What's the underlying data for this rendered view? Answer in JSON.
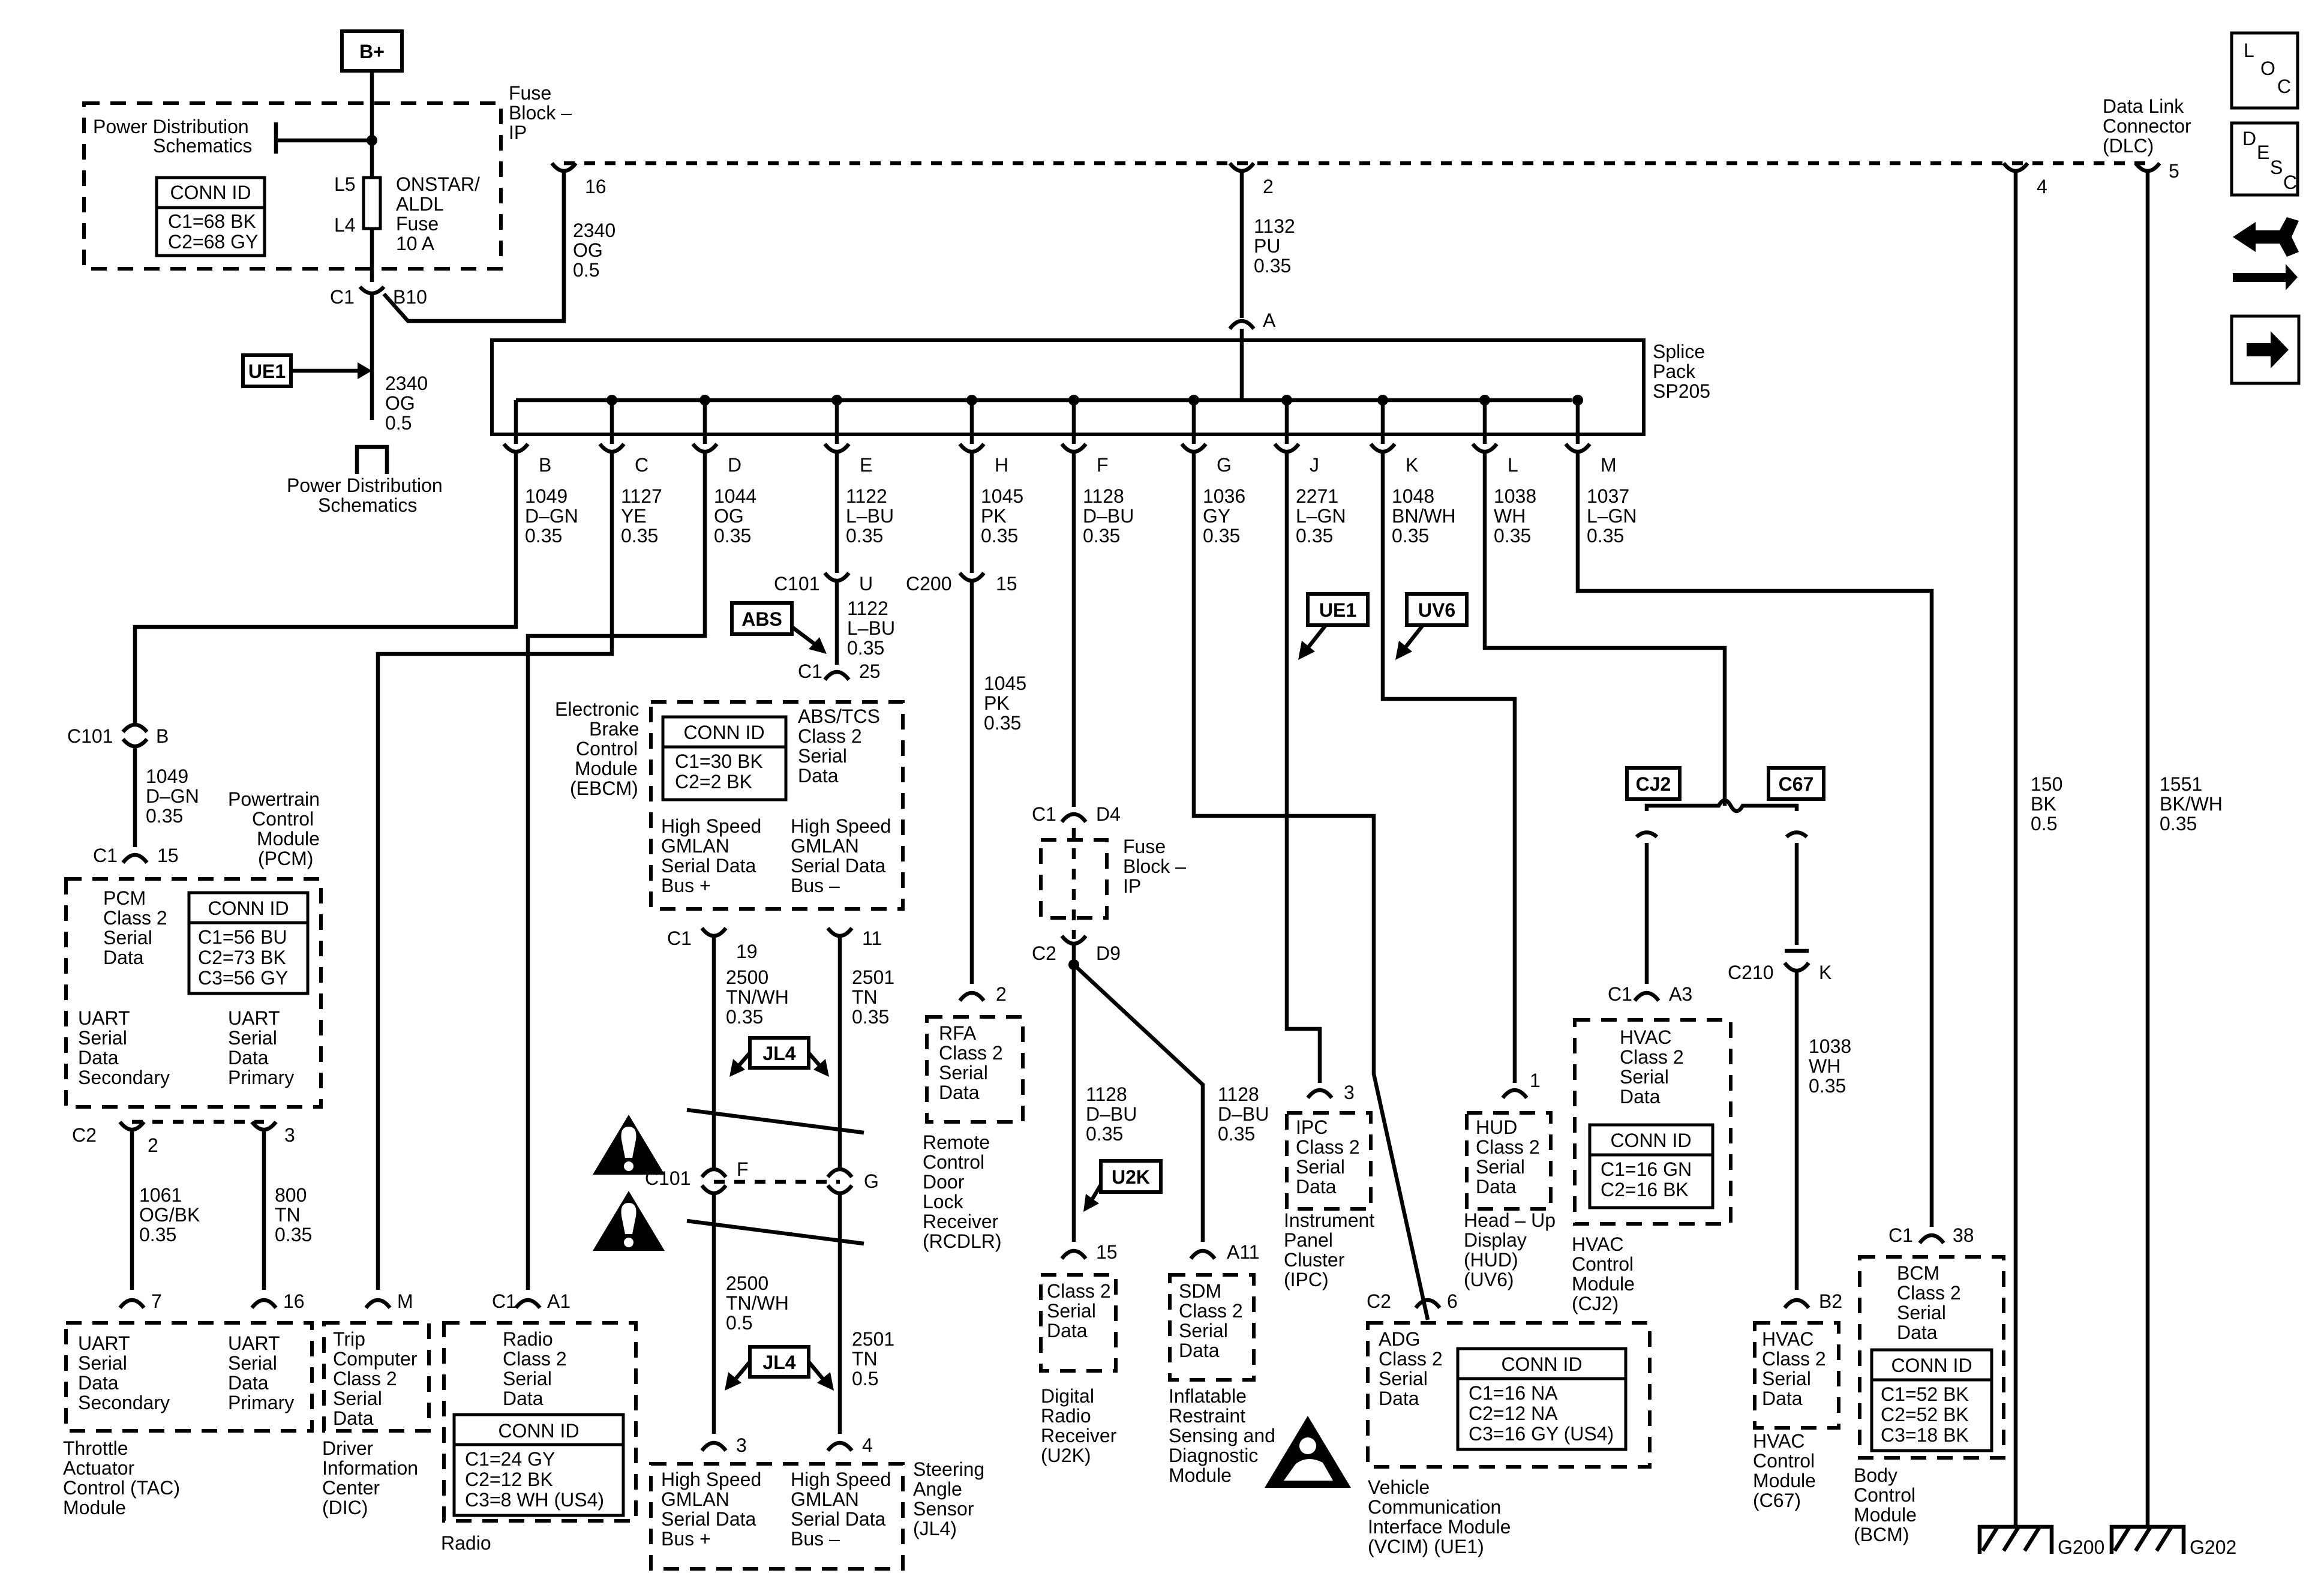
{
  "top": {
    "battery": "B+",
    "pds_ref": [
      "Power Distribution",
      "Schematics"
    ],
    "fuse_block": [
      "Fuse",
      "Block –",
      "IP"
    ],
    "fuse_pins": [
      "L5",
      "L4"
    ],
    "fuse_label": [
      "ONSTAR/",
      "ALDL",
      "Fuse",
      "10 A"
    ],
    "fuse_conn": {
      "title": "CONN ID",
      "lines": [
        "C1=68 BK",
        "C2=68 GY"
      ]
    },
    "fuse_out": {
      "conn": "C1",
      "pin": "B10"
    },
    "ue1_tag": "UE1",
    "ue1_wire": [
      "2340",
      "OG",
      "0.5"
    ],
    "pds_bottom": [
      "Power Distribution",
      "Schematics"
    ],
    "fb_pin16": "16",
    "wire_2340": [
      "2340",
      "OG",
      "0.5"
    ],
    "splice_pin2": "2",
    "wire_1132": [
      "1132",
      "PU",
      "0.35"
    ],
    "splice_in_pin": "A",
    "dlc_label": [
      "Data Link",
      "Connector",
      "(DLC)"
    ],
    "dlc_pins": [
      "4",
      "5"
    ],
    "splice_label": [
      "Splice",
      "Pack",
      "SP205"
    ]
  },
  "splice_branches": [
    {
      "pin": "B",
      "wire": [
        "1049",
        "D–GN",
        "0.35"
      ]
    },
    {
      "pin": "C",
      "wire": [
        "1127",
        "YE",
        "0.35"
      ]
    },
    {
      "pin": "D",
      "wire": [
        "1044",
        "OG",
        "0.35"
      ]
    },
    {
      "pin": "E",
      "wire": [
        "1122",
        "L–BU",
        "0.35"
      ]
    },
    {
      "pin": "H",
      "wire": [
        "1045",
        "PK",
        "0.35"
      ]
    },
    {
      "pin": "F",
      "wire": [
        "1128",
        "D–BU",
        "0.35"
      ]
    },
    {
      "pin": "G",
      "wire": [
        "1036",
        "GY",
        "0.35"
      ]
    },
    {
      "pin": "J",
      "wire": [
        "2271",
        "L–GN",
        "0.35"
      ]
    },
    {
      "pin": "K",
      "wire": [
        "1048",
        "BN/WH",
        "0.35"
      ]
    },
    {
      "pin": "L",
      "wire": [
        "1038",
        "WH",
        "0.35"
      ]
    },
    {
      "pin": "M",
      "wire": [
        "1037",
        "L–GN",
        "0.35"
      ]
    }
  ],
  "pcm": {
    "c101": {
      "conn": "C101",
      "pin": "B"
    },
    "wire": [
      "1049",
      "D–GN",
      "0.35"
    ],
    "c1": {
      "conn": "C1",
      "pin": "15"
    },
    "name": [
      "Powertrain",
      "Control",
      "Module",
      "(PCM)"
    ],
    "class2": [
      "PCM",
      "Class 2",
      "Serial",
      "Data"
    ],
    "conn": {
      "title": "CONN ID",
      "lines": [
        "C1=56 BU",
        "C2=73 BK",
        "C3=56 GY"
      ]
    },
    "uart_sec": [
      "UART",
      "Serial",
      "Data",
      "Secondary"
    ],
    "uart_pri": [
      "UART",
      "Serial",
      "Data",
      "Primary"
    ],
    "c2": {
      "conn": "C2",
      "pin2": "2",
      "pin3": "3"
    },
    "wire_1061": [
      "1061",
      "OG/BK",
      "0.35"
    ],
    "wire_800": [
      "800",
      "TN",
      "0.35"
    ]
  },
  "tac": {
    "pins": [
      "7",
      "16"
    ],
    "uart_sec": [
      "UART",
      "Serial",
      "Data",
      "Secondary"
    ],
    "uart_pri": [
      "UART",
      "Serial",
      "Data",
      "Primary"
    ],
    "name": [
      "Throttle",
      "Actuator",
      "Control (TAC)",
      "Module"
    ]
  },
  "dic": {
    "pin": "M",
    "box": [
      "Trip",
      "Computer",
      "Class 2",
      "Serial",
      "Data"
    ],
    "name": [
      "Driver",
      "Information",
      "Center",
      "(DIC)"
    ]
  },
  "radio": {
    "c1": {
      "conn": "C1",
      "pin": "A1"
    },
    "box": [
      "Radio",
      "Class 2",
      "Serial",
      "Data"
    ],
    "conn": {
      "title": "CONN ID",
      "lines": [
        "C1=24 GY",
        "C2=12 BK",
        "C3=8 WH (US4)"
      ]
    },
    "name": "Radio"
  },
  "ebcm": {
    "c101": {
      "conn": "C101",
      "pin": "U"
    },
    "wire": [
      "1122",
      "L–BU",
      "0.35"
    ],
    "abs_tag": "ABS",
    "c1": {
      "conn": "C1",
      "pin": "25"
    },
    "name": [
      "Electronic",
      "Brake",
      "Control",
      "Module",
      "(EBCM)"
    ],
    "conn": {
      "title": "CONN ID",
      "lines": [
        "C1=30 BK",
        "C2=2 BK"
      ]
    },
    "class2": [
      "ABS/TCS",
      "Class 2",
      "Serial",
      "Data"
    ],
    "hs_plus": [
      "High Speed",
      "GMLAN",
      "Serial Data",
      "Bus +"
    ],
    "hs_minus": [
      "High Speed",
      "GMLAN",
      "Serial Data",
      "Bus –"
    ],
    "out": {
      "conn": "C1",
      "pin19": "19",
      "pin11": "11"
    },
    "wire_2500": [
      "2500",
      "TN/WH",
      "0.35"
    ],
    "wire_2501": [
      "2501",
      "TN",
      "0.35"
    ],
    "jl4_tag": "JL4",
    "c101b": {
      "conn": "C101",
      "pinF": "F",
      "pinG": "G"
    },
    "wire_2500b": [
      "2500",
      "TN/WH",
      "0.5"
    ],
    "wire_2501b": [
      "2501",
      "TN",
      "0.5"
    ],
    "jl4_tag2": "JL4"
  },
  "sas": {
    "pins": [
      "3",
      "4"
    ],
    "hs_plus": [
      "High Speed",
      "GMLAN",
      "Serial Data",
      "Bus +"
    ],
    "hs_minus": [
      "High Speed",
      "GMLAN",
      "Serial Data",
      "Bus –"
    ],
    "name": [
      "Steering",
      "Angle",
      "Sensor",
      "(JL4)"
    ]
  },
  "rfa": {
    "c200": {
      "conn": "C200",
      "pin": "15"
    },
    "wire": [
      "1045",
      "PK",
      "0.35"
    ],
    "pin": "2",
    "box": [
      "RFA",
      "Class 2",
      "Serial",
      "Data"
    ],
    "name": [
      "Remote",
      "Control",
      "Door",
      "Lock",
      "Receiver",
      "(RCDLR)"
    ]
  },
  "fuse_ip": {
    "c1": {
      "conn": "C1",
      "pin": "D4"
    },
    "c2": {
      "conn": "C2",
      "pin": "D9"
    },
    "label": [
      "Fuse",
      "Block –",
      "IP"
    ]
  },
  "u2k": {
    "wire": [
      "1128",
      "D–BU",
      "0.35"
    ],
    "tag": "U2K",
    "pin": "15",
    "box": [
      "Class 2",
      "Serial",
      "Data"
    ],
    "name": [
      "Digital",
      "Radio",
      "Receiver",
      "(U2K)"
    ]
  },
  "sdm": {
    "wire": [
      "1128",
      "D–BU",
      "0.35"
    ],
    "pin": "A11",
    "box": [
      "SDM",
      "Class 2",
      "Serial",
      "Data"
    ],
    "name": [
      "Inflatable",
      "Restraint",
      "Sensing and",
      "Diagnostic",
      "Module"
    ]
  },
  "ipc": {
    "ue1_tag": "UE1",
    "pin": "3",
    "box": [
      "IPC",
      "Class 2",
      "Serial",
      "Data"
    ],
    "name": [
      "Instrument",
      "Panel",
      "Cluster",
      "(IPC)"
    ]
  },
  "vcim": {
    "c2": {
      "conn": "C2",
      "pin": "6"
    },
    "box": [
      "ADG",
      "Class 2",
      "Serial",
      "Data"
    ],
    "conn": {
      "title": "CONN ID",
      "lines": [
        "C1=16 NA",
        "C2=12 NA",
        "C3=16 GY (US4)"
      ]
    },
    "name": [
      "Vehicle",
      "Communication",
      "Interface Module",
      "(VCIM) (UE1)"
    ]
  },
  "hud": {
    "uv6_tag": "UV6",
    "pin": "1",
    "box": [
      "HUD",
      "Class 2",
      "Serial",
      "Data"
    ],
    "name": [
      "Head – Up",
      "Display",
      "(HUD)",
      "(UV6)"
    ]
  },
  "hvac_cj2": {
    "tag": "CJ2",
    "c1": {
      "conn": "C1",
      "pin": "A3"
    },
    "box": [
      "HVAC",
      "Class 2",
      "Serial",
      "Data"
    ],
    "conn": {
      "title": "CONN ID",
      "lines": [
        "C1=16 GN",
        "C2=16 BK"
      ]
    },
    "name": [
      "HVAC",
      "Control",
      "Module",
      "(CJ2)"
    ]
  },
  "hvac_c67": {
    "tag": "C67",
    "c210": {
      "conn": "C210",
      "pin": "K"
    },
    "wire": [
      "1038",
      "WH",
      "0.35"
    ],
    "pin": "B2",
    "box": [
      "HVAC",
      "Class 2",
      "Serial",
      "Data"
    ],
    "name": [
      "HVAC",
      "Control",
      "Module",
      "(C67)"
    ]
  },
  "bcm": {
    "c1": {
      "conn": "C1",
      "pin": "38"
    },
    "box": [
      "BCM",
      "Class 2",
      "Serial",
      "Data"
    ],
    "conn": {
      "title": "CONN ID",
      "lines": [
        "C1=52 BK",
        "C2=52 BK",
        "C3=18 BK"
      ]
    },
    "name": [
      "Body",
      "Control",
      "Module",
      "(BCM)"
    ]
  },
  "grounds": {
    "wire_150": [
      "150",
      "BK",
      "0.5"
    ],
    "wire_1551": [
      "1551",
      "BK/WH",
      "0.35"
    ],
    "g200": "G200",
    "g202": "G202"
  },
  "sidebar": {
    "loc": [
      "L",
      "O",
      "C"
    ],
    "desc": [
      "D",
      "E",
      "S",
      "C"
    ]
  },
  "icons": [
    "warning-icon",
    "warning-icon",
    "airbag-icon",
    "schematic-icon",
    "next-arrow-icon",
    "ground-icon"
  ]
}
